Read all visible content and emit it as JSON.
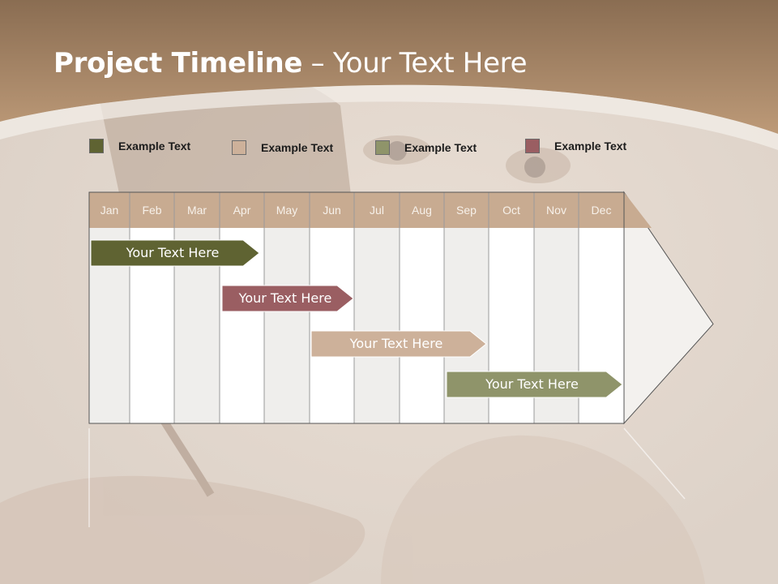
{
  "title": {
    "bold": "Project Timeline",
    "rest": " – Your Text Here"
  },
  "legend": [
    {
      "label": "Example Text",
      "color": "#5f6332"
    },
    {
      "label": "Example Text",
      "color": "#cdb19a"
    },
    {
      "label": "Example Text",
      "color": "#8f946a"
    },
    {
      "label": "Example Text",
      "color": "#9a5e62"
    }
  ],
  "months": [
    "Jan",
    "Feb",
    "Mar",
    "Apr",
    "May",
    "Jun",
    "Jul",
    "Aug",
    "Sep",
    "Oct",
    "Nov",
    "Dec"
  ],
  "tasks": [
    {
      "label": "Your  Text Here",
      "color": "#5f6332",
      "start_month": "Jan",
      "end_month": "Apr"
    },
    {
      "label": "Your  Text Here",
      "color": "#9a5e62",
      "start_month": "Apr",
      "end_month": "Jun"
    },
    {
      "label": "Your  Text Here",
      "color": "#cdb19a",
      "start_month": "Jun",
      "end_month": "Sep"
    },
    {
      "label": "Your  Text Here",
      "color": "#8f946a",
      "start_month": "Sep",
      "end_month": "Dec"
    }
  ],
  "colors": {
    "header": "#c8ab91",
    "band": "#a0805f"
  }
}
